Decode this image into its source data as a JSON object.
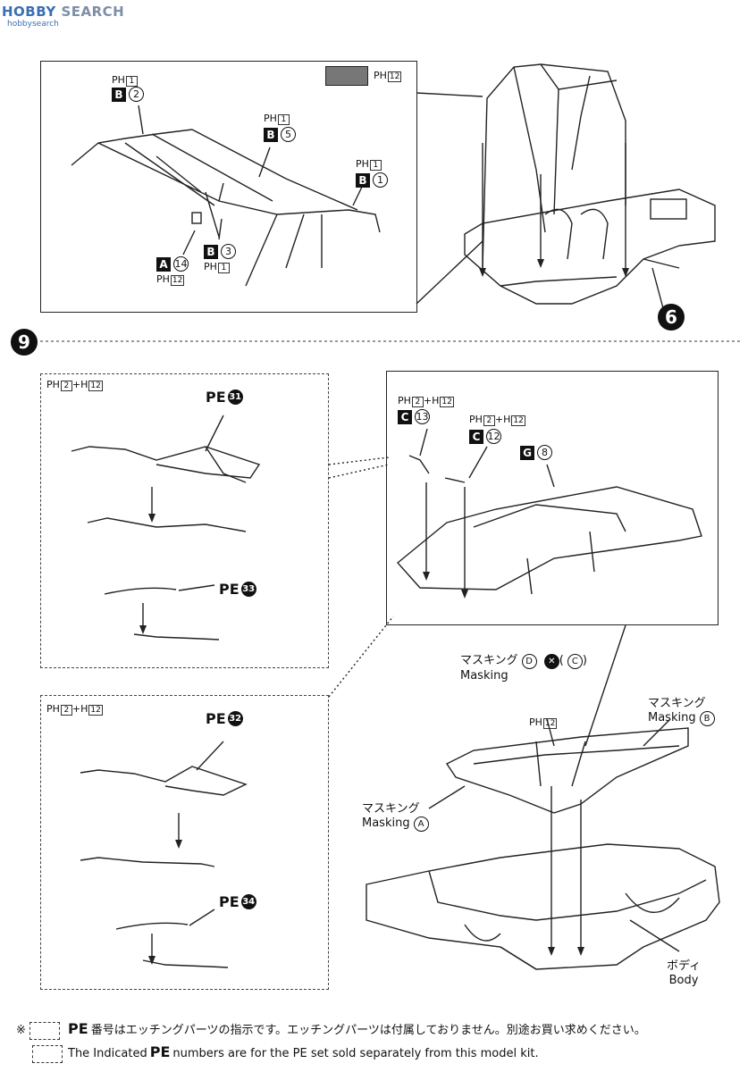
{
  "watermark": {
    "title": "HOBBY",
    "title2": "SEARCH",
    "sub": "hobbysearch"
  },
  "step6": {
    "label": "6",
    "swatch_code": "H",
    "swatch_num": "12",
    "parts": [
      {
        "code": "H",
        "paint": "1",
        "letter": "B",
        "num": "2"
      },
      {
        "code": "H",
        "paint": "1",
        "letter": "B",
        "num": "5"
      },
      {
        "code": "H",
        "paint": "1",
        "letter": "B",
        "num": "1"
      },
      {
        "code": "H",
        "paint": "1",
        "letter": "B",
        "num": "3"
      },
      {
        "code": "H",
        "paint": "12",
        "letter": "A",
        "num": "14"
      }
    ]
  },
  "step9": {
    "label": "9",
    "detail1": {
      "paint": "2",
      "plus": "+",
      "paint2": "H",
      "paint2num": "12",
      "pe_top": "31",
      "pe_bottom": "33"
    },
    "detail2": {
      "paint": "2",
      "plus": "+",
      "paint2": "H",
      "paint2num": "12",
      "pe_top": "32",
      "pe_bottom": "34"
    },
    "roof": {
      "c13": {
        "paint": "2",
        "plus": "+",
        "paint2": "H",
        "paint2num": "12",
        "letter": "C",
        "num": "13"
      },
      "c12": {
        "paint": "2",
        "plus": "+",
        "paint2": "H",
        "paint2num": "12",
        "letter": "C",
        "num": "12"
      },
      "g8": {
        "letter": "G",
        "num": "8"
      }
    },
    "masking_top": {
      "jp": "マスキング",
      "en": "Masking",
      "d": "D",
      "c": "C"
    },
    "masking_right": {
      "jp": "マスキング",
      "en": "Masking",
      "b": "B"
    },
    "masking_left": {
      "jp": "マスキング",
      "en": "Masking",
      "a": "A"
    },
    "ph12": {
      "code": "H",
      "num": "12"
    },
    "body": {
      "jp": "ボディ",
      "en": "Body"
    }
  },
  "notes": {
    "mark": "※",
    "pe": "PE",
    "jp": "番号はエッチングパーツの指示です。エッチングパーツは付属しておりません。別途お買い求めください。",
    "en_pre": "The Indicated",
    "en_post": "numbers are for the PE set sold separately from this model kit."
  }
}
